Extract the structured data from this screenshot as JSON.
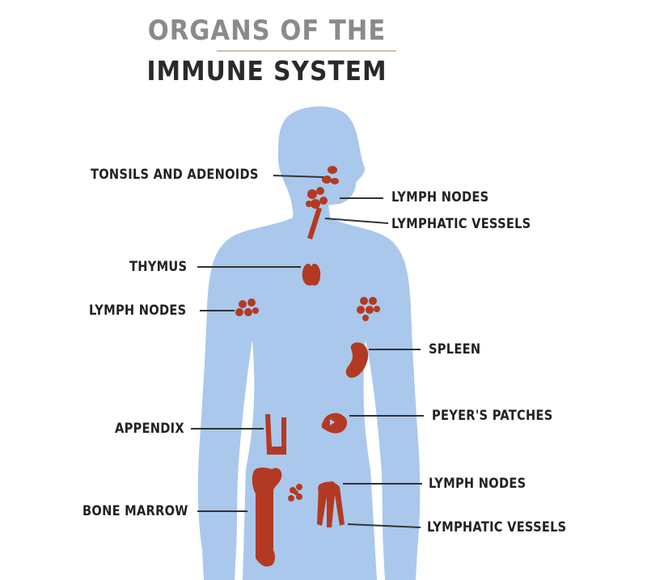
{
  "title": {
    "line1": "ORGANS OF THE",
    "line2": "IMMUNE SYSTEM"
  },
  "labels": {
    "tonsils": "TONSILS AND ADENOIDS",
    "lymph_neck": "LYMPH NODES",
    "vessels_neck": "LYMPHATIC VESSELS",
    "thymus": "THYMUS",
    "lymph_arm": "LYMPH NODES",
    "spleen": "SPLEEN",
    "appendix": "APPENDIX",
    "peyers": "PEYER'S PATCHES",
    "lymph_groin": "LYMPH NODES",
    "bone_marrow": "BONE MARROW",
    "vessels_leg": "LYMPHATIC VESSELS"
  },
  "colors": {
    "body": "#a9c8ec",
    "organ": "#b33a22",
    "text": "#222222",
    "leader": "#333333"
  }
}
